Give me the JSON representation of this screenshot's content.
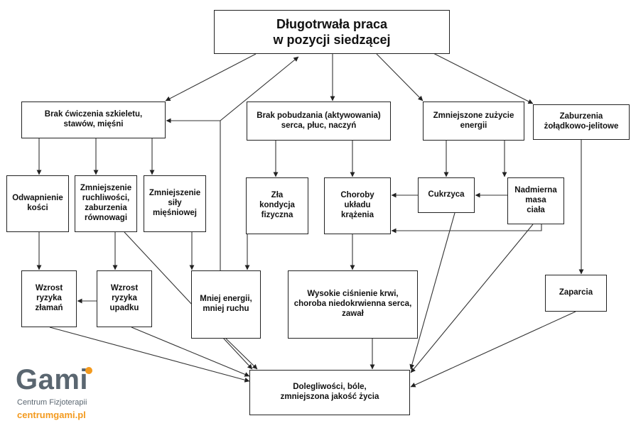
{
  "diagram": {
    "nodes": {
      "top": "Długotrwała praca\nw pozycji siedzącej",
      "brak_cwiczenia": "Brak ćwiczenia szkieletu,\nstawów, mięśni",
      "brak_pobudzania": "Brak pobudzania (aktywowania)\nserca, płuc, naczyń",
      "zmniejszone_zuzycie": "Zmniejszone zużycie\nenergii",
      "zaburzenia": "Zaburzenia\nżołądkowo-jelitowe",
      "odwapnienie": "Odwapnienie\nkości",
      "ruchliwosc": "Zmniejszenie\nruchliwości,\nzaburzenia\nrównowagi",
      "sila": "Zmniejszenie\nsiły\nmięśniowej",
      "kondycja": "Zła\nkondycja\nfizyczna",
      "choroby": "Choroby\nukładu\nkrążenia",
      "cukrzyca": "Cukrzyca",
      "masa": "Nadmierna\nmasa\nciała",
      "zlaman": "Wzrost\nryzyka\nzłamań",
      "upadku": "Wzrost\nryzyka\nupadku",
      "mniej_energii": "Mniej energii,\nmniej ruchu",
      "cisnienie": "Wysokie ciśnienie krwi,\nchoroba niedokrwienna serca,\nzawał",
      "zaparcia": "Zaparcia",
      "dolegliwosci": "Dolegliwości, bóle,\nzmniejszona jakość życia"
    }
  },
  "logo": {
    "name": "Gami",
    "subtitle": "Centrum Fizjoterapii",
    "url": "centrumgami.pl",
    "colors": {
      "gray": "#5a6670",
      "orange": "#f39a1e"
    }
  }
}
